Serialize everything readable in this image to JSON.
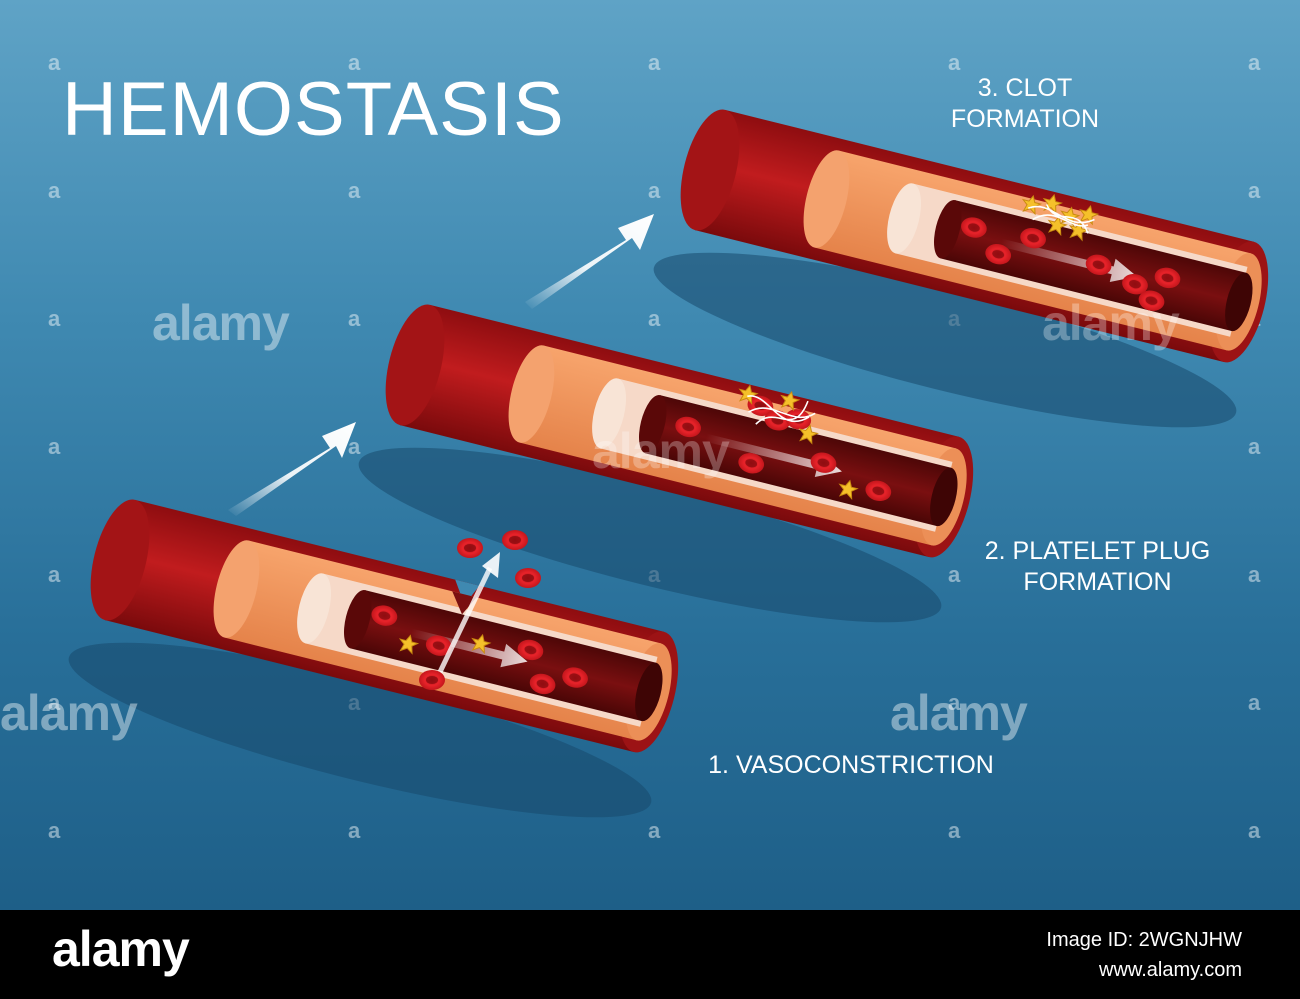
{
  "title": "HEMOSTASIS",
  "stages": [
    {
      "lines": [
        "1. VASOCONSTRICTION"
      ]
    },
    {
      "lines": [
        "2. PLATELET PLUG",
        "FORMATION"
      ]
    },
    {
      "lines": [
        "3. CLOT",
        "FORMATION"
      ]
    }
  ],
  "watermark": {
    "text": "alamy",
    "small": "a"
  },
  "footer": {
    "brand": "alamy",
    "image_id": "Image ID: 2WGNJHW",
    "site": "www.alamy.com"
  },
  "colors": {
    "background_top": "#5fa3c6",
    "background_bottom": "#1e5f88",
    "vessel_outer": "#b01818",
    "vessel_media": "#f0925a",
    "vessel_intima": "#f6d9c8",
    "lumen": "#6a0b0b",
    "red_cell": "#e8232a",
    "platelet": "#f5c02a",
    "fibrin": "#ffffff",
    "arrow": "#ffffff"
  },
  "icons": [
    "progress-arrow-icon",
    "blood-flow-arrow-icon",
    "red-blood-cell-icon",
    "platelet-icon",
    "fibrin-mesh-icon"
  ]
}
